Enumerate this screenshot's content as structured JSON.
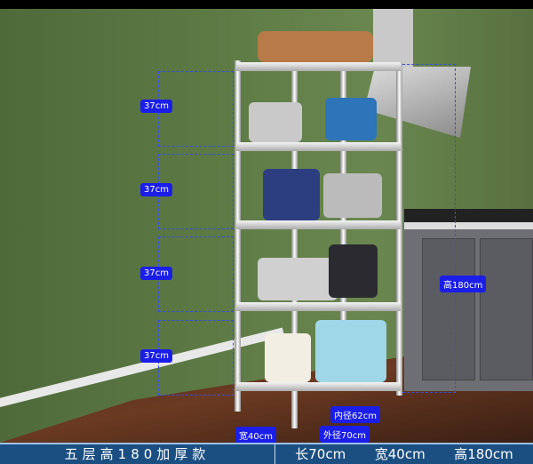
{
  "dimension_labels": {
    "tier_heights": [
      "37cm",
      "37cm",
      "37cm",
      "37cm"
    ],
    "height": "高180cm",
    "width": "宽40cm",
    "inner_length": "内径62cm",
    "outer_length": "外径70cm"
  },
  "footer": {
    "title": "五层高180加厚款",
    "specs": [
      "长70cm",
      "宽40cm",
      "高180cm"
    ]
  },
  "colors": {
    "footer_bg": "#1b4f82",
    "tag_bg": "#1a1ee8",
    "wall": "#5d7a45"
  }
}
